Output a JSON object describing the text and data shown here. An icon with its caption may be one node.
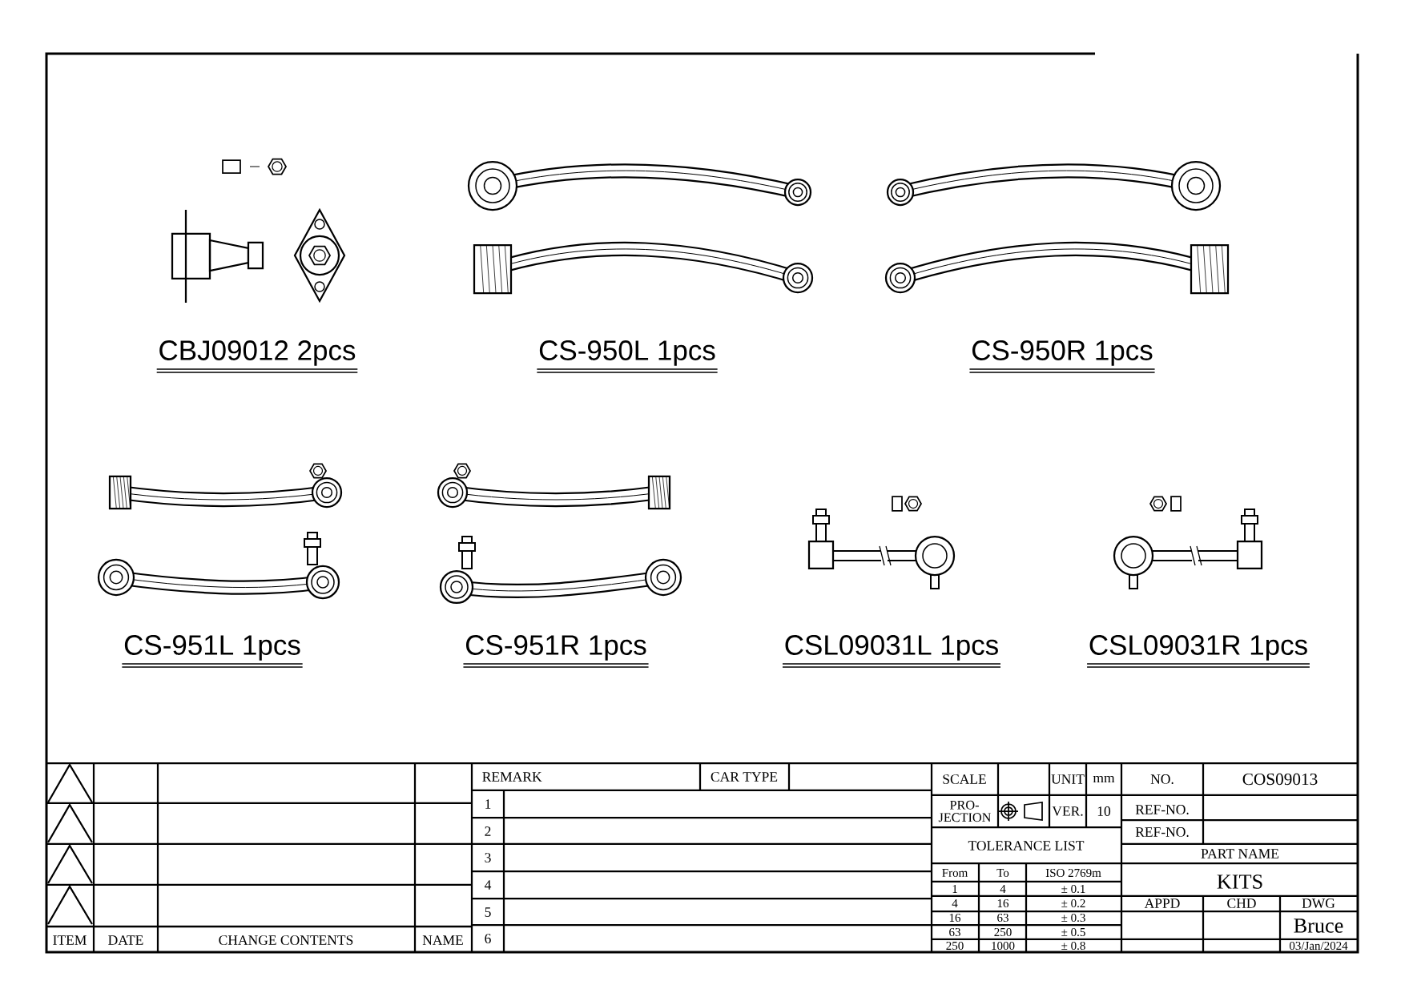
{
  "diagram": {
    "labels": [
      "CBJ09012 2pcs",
      "CS-950L 1pcs",
      "CS-950R 1pcs",
      "CS-951L 1pcs",
      "CS-951R 1pcs",
      "CSL09031L 1pcs",
      "CSL09031R 1pcs",
      "ITEM",
      "DATE",
      "CHANGE CONTENTS",
      "NAME",
      "REMARK",
      "CAR TYPE",
      "1",
      "2",
      "3",
      "4",
      "5",
      "6",
      "SCALE",
      "UNIT",
      "mm",
      "NO.",
      "COS09013",
      "PRO- JECTION",
      "VER.",
      "10",
      "REF-NO.",
      "REF-NO.",
      "TOLERANCE LIST",
      "PART NAME",
      "From",
      "To",
      "ISO 2769m",
      "KITS",
      "1",
      "4",
      "± 0.1",
      "4",
      "16",
      "± 0.2",
      "APPD",
      "CHD",
      "DWG",
      "16",
      "63",
      "± 0.3",
      "Bruce",
      "63",
      "250",
      "± 0.5",
      "250",
      "1000",
      "± 0.8",
      "03/Jan/2024"
    ]
  }
}
